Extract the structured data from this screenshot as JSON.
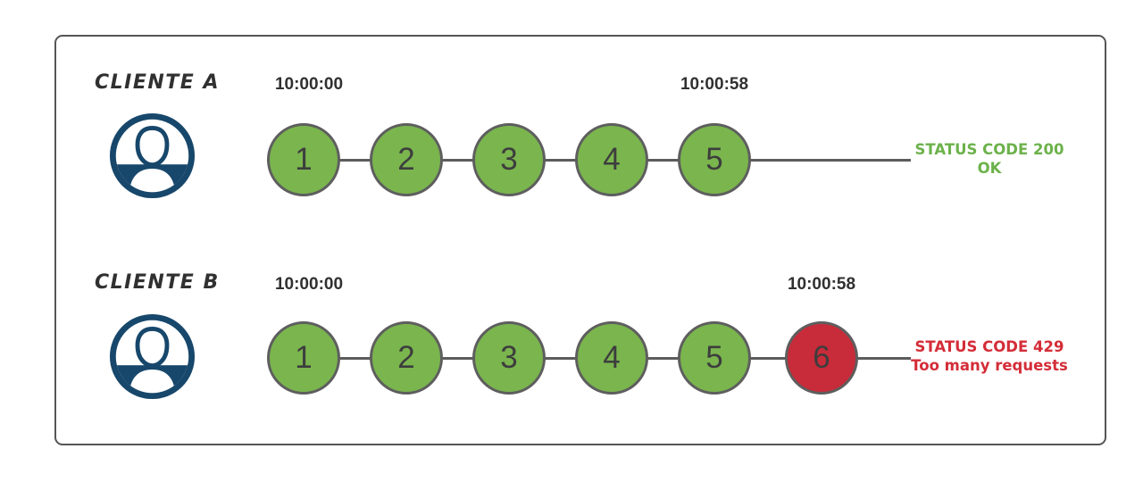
{
  "colors": {
    "green": "#7ab54e",
    "red": "#c82b39",
    "navy": "#17476b",
    "line": "#5c5c5c",
    "node_border": "#5e5e5e",
    "ink": "#303030",
    "status_green": "#6cb24b",
    "status_red": "#d42d38",
    "frame_border": "#555555"
  },
  "rows": [
    {
      "client": "CLIENTE A",
      "start_time": "10:00:00",
      "end_time": "10:00:58",
      "nodes": [
        "1",
        "2",
        "3",
        "4",
        "5"
      ],
      "status": {
        "line1": "STATUS CODE 200",
        "line2": "OK"
      }
    },
    {
      "client": "CLIENTE B",
      "start_time": "10:00:00",
      "end_time": "10:00:58",
      "nodes": [
        "1",
        "2",
        "3",
        "4",
        "5",
        "6"
      ],
      "status": {
        "line1": "STATUS CODE 429",
        "line2": "Too many requests"
      }
    }
  ]
}
